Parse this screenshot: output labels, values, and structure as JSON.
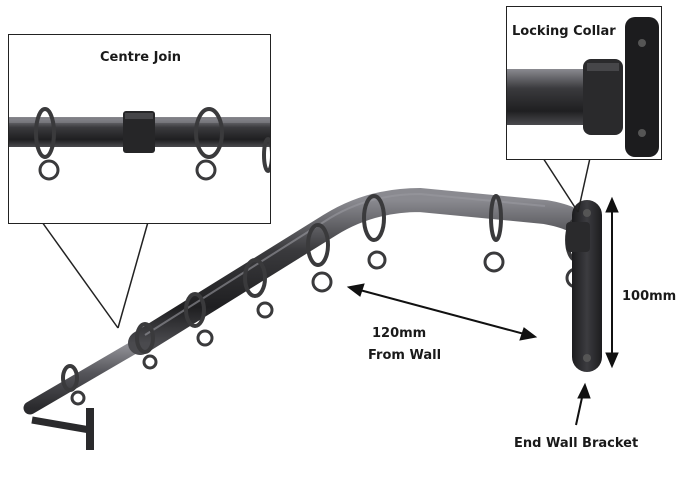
{
  "labels": {
    "centre_join": "Centre Join",
    "locking_collar": "Locking Collar",
    "distance_from_wall_value": "120mm",
    "distance_from_wall_text": "From Wall",
    "bracket_height": "100mm",
    "end_wall_bracket": "End Wall Bracket"
  },
  "colors": {
    "pole": "#2b2b2d",
    "pole_highlight": "#6a6a6e",
    "ring": "#3a3a3c",
    "callout_line": "#222222",
    "text": "#1a1a1a"
  }
}
